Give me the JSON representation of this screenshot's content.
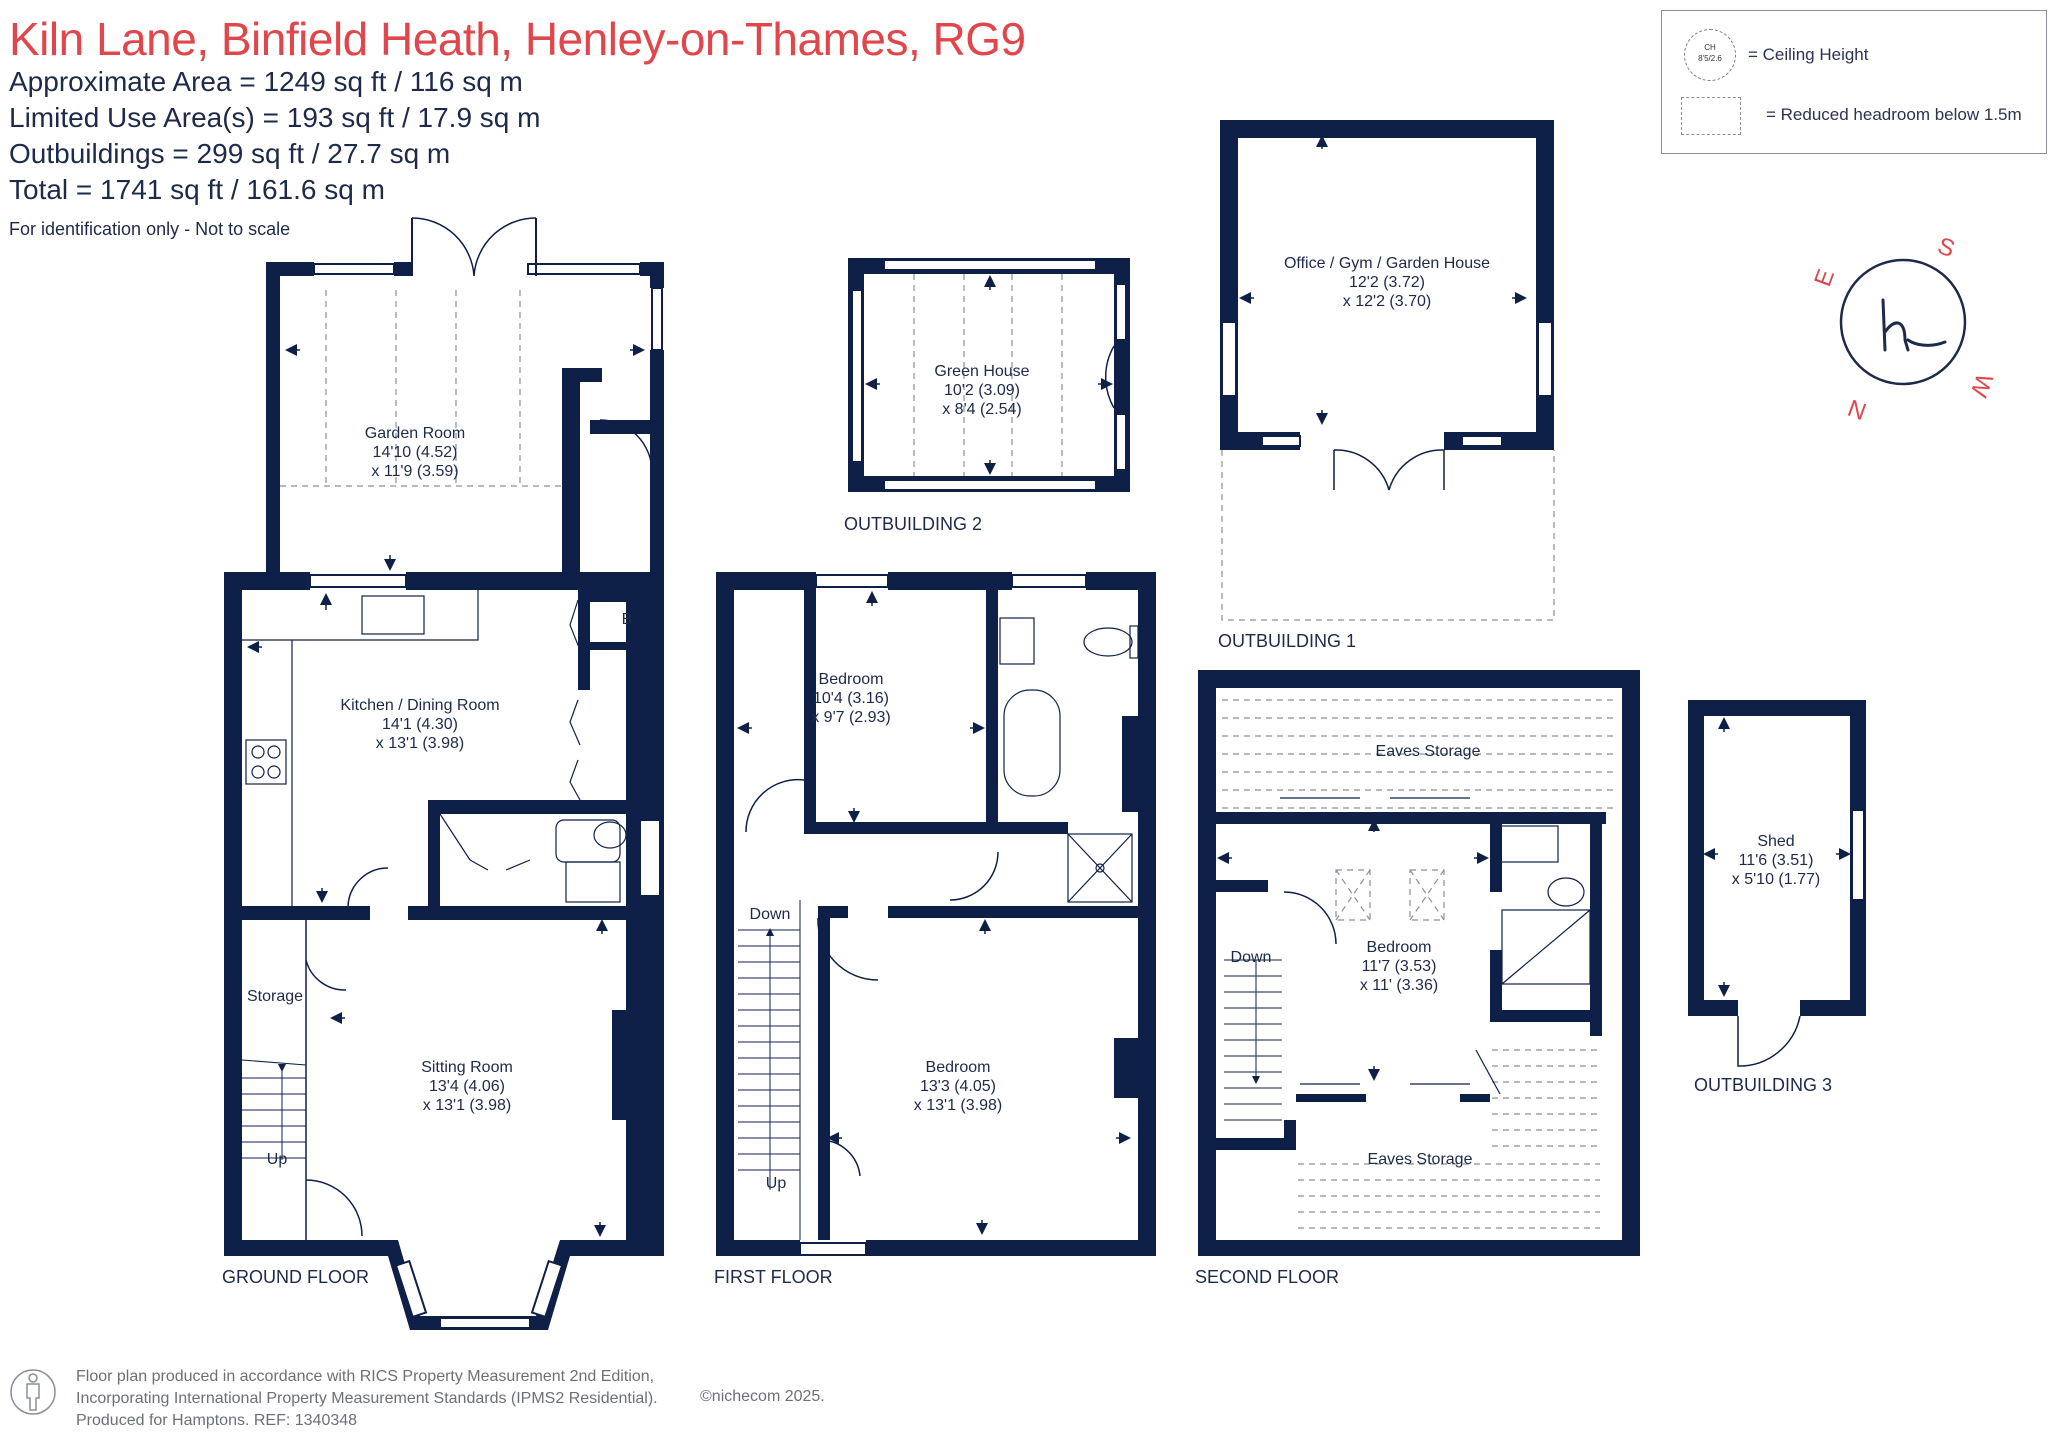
{
  "header": {
    "title": "Kiln Lane, Binfield Heath, Henley-on-Thames, RG9",
    "approx_area": "Approximate Area = 1249 sq ft / 116 sq m",
    "limited_use": "Limited Use Area(s) = 193 sq ft / 17.9 sq m",
    "outbuildings": "Outbuildings = 299 sq ft / 27.7 sq m",
    "total": "Total = 1741 sq ft / 161.6 sq m",
    "disclaimer": "For identification only - Not to scale"
  },
  "legend": {
    "ch_top": "CH",
    "ch_bottom": "8'5/2.6",
    "ceiling_label": "= Ceiling Height",
    "reduced_label": "= Reduced headroom below 1.5m"
  },
  "compass": {
    "s": "S",
    "w": "W",
    "n": "N",
    "e": "E"
  },
  "colors": {
    "wall": "#0f2048",
    "title": "#e0474c",
    "text": "#1d2a4a",
    "dashed": "#8a8f99"
  },
  "floors": {
    "ground": "GROUND FLOOR",
    "first": "FIRST FLOOR",
    "second": "SECOND FLOOR",
    "out1": "OUTBUILDING 1",
    "out2": "OUTBUILDING 2",
    "out3": "OUTBUILDING 3"
  },
  "rooms": {
    "garden_room": {
      "name": "Garden Room",
      "dim1": "14'10 (4.52)",
      "dim2": "x 11'9 (3.59)"
    },
    "kitchen": {
      "name": "Kitchen / Dining Room",
      "dim1": "14'1 (4.30)",
      "dim2": "x 13'1 (3.98)"
    },
    "sitting": {
      "name": "Sitting Room",
      "dim1": "13'4 (4.06)",
      "dim2": "x 13'1 (3.98)"
    },
    "storage": "Storage",
    "boiler": "B",
    "gf_up": "Up",
    "bed1": {
      "name": "Bedroom",
      "dim1": "10'4 (3.16)",
      "dim2": "x 9'7 (2.93)"
    },
    "bed2": {
      "name": "Bedroom",
      "dim1": "13'3 (4.05)",
      "dim2": "x 13'1 (3.98)"
    },
    "ff_down": "Down",
    "ff_up": "Up",
    "bed3": {
      "name": "Bedroom",
      "dim1": "11'7 (3.53)",
      "dim2": "x 11' (3.36)"
    },
    "eaves_top": "Eaves Storage",
    "eaves_bottom": "Eaves Storage",
    "sf_down": "Down",
    "greenhouse": {
      "name": "Green House",
      "dim1": "10'2 (3.09)",
      "dim2": "x 8'4 (2.54)"
    },
    "office": {
      "name": "Office / Gym / Garden House",
      "dim1": "12'2 (3.72)",
      "dim2": "x 12'2 (3.70)"
    },
    "shed": {
      "name": "Shed",
      "dim1": "11'6 (3.51)",
      "dim2": "x 5'10 (1.77)"
    }
  },
  "footer": {
    "line1": "Floor plan produced in accordance with RICS Property Measurement 2nd Edition,",
    "line2": "Incorporating International Property Measurement Standards (IPMS2 Residential).",
    "line3": "Produced for Hamptons.   REF:  1340348",
    "copyright": "©nichecom 2025."
  }
}
